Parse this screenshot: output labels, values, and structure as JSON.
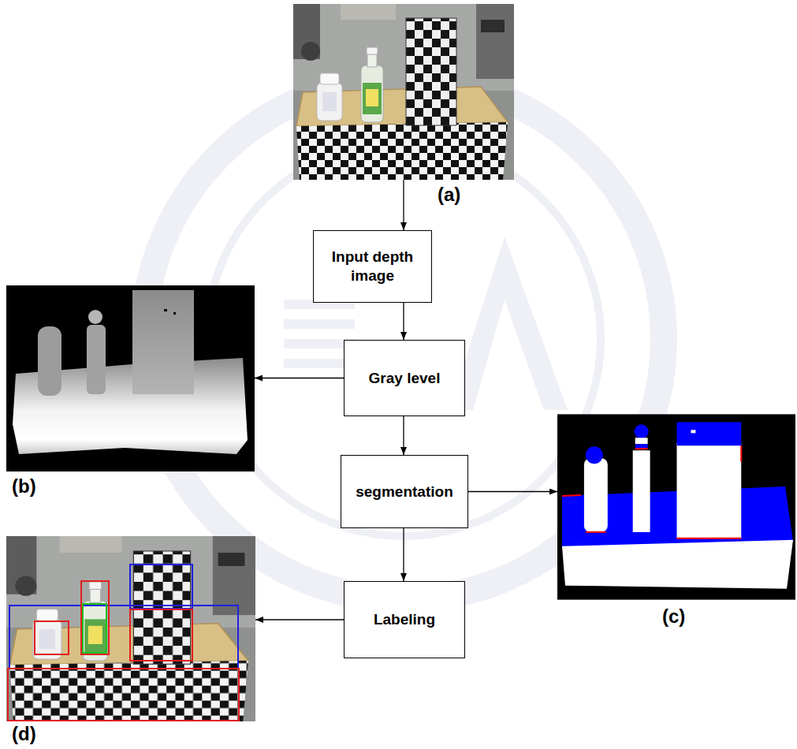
{
  "diagram": {
    "nodes": [
      {
        "text": [
          "(a)"
        ]
      },
      {
        "text": [
          "Input depth image"
        ]
      },
      {
        "text": [
          "Gray level"
        ]
      },
      {
        "text": [
          "(b)"
        ]
      },
      {
        "text": [
          "segmentation"
        ]
      },
      {
        "text": [
          "(c)"
        ]
      },
      {
        "text": [
          "Labeling"
        ]
      },
      {
        "text": [
          "(d)"
        ]
      }
    ],
    "edges": [
      {
        "from": 0,
        "to": 1,
        "arrow": "to"
      },
      {
        "from": 1,
        "to": 2,
        "arrow": "to"
      },
      {
        "from": 2,
        "to": 3,
        "arrow": "to"
      },
      {
        "from": 2,
        "to": 4,
        "arrow": "to"
      },
      {
        "from": 4,
        "to": 5,
        "arrow": "to"
      },
      {
        "from": 4,
        "to": 6,
        "arrow": "to"
      },
      {
        "from": 6,
        "to": 7,
        "arrow": "to"
      }
    ]
  }
}
